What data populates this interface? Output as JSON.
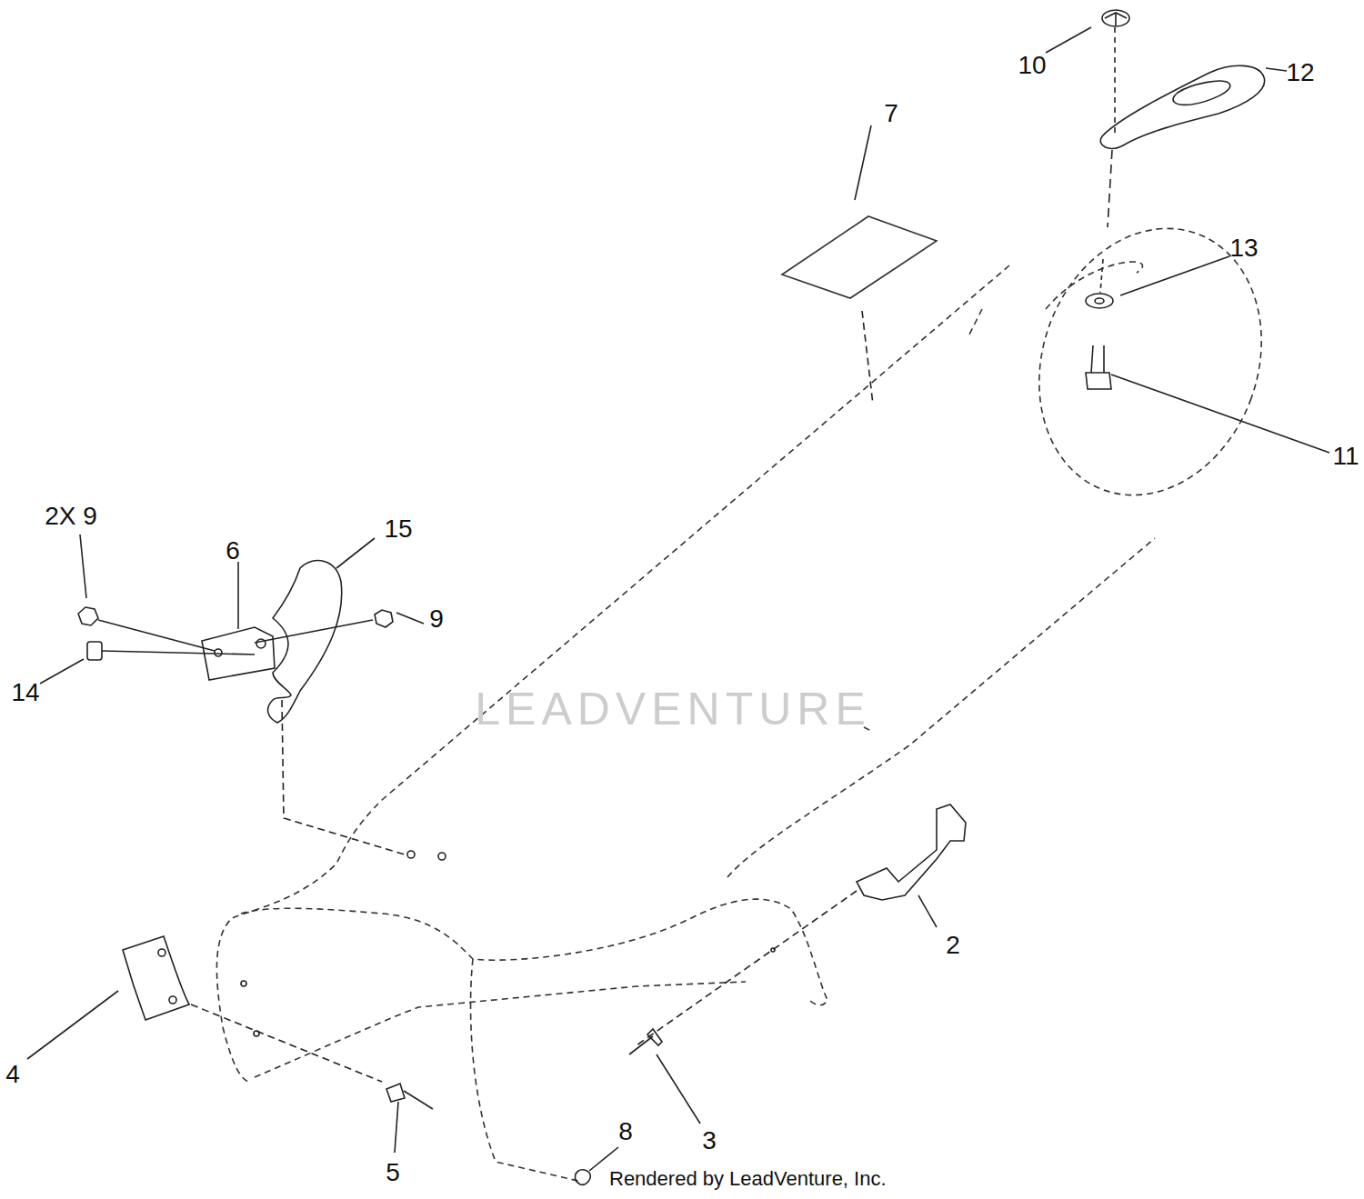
{
  "diagram": {
    "labels": [
      "10",
      "12",
      "7",
      "13",
      "11",
      "2X 9",
      "6",
      "15",
      "9",
      "14",
      "LEADVENTURE",
      "2",
      "4",
      "3",
      "8",
      "5",
      "Rendered by LeadVenture, Inc."
    ]
  }
}
